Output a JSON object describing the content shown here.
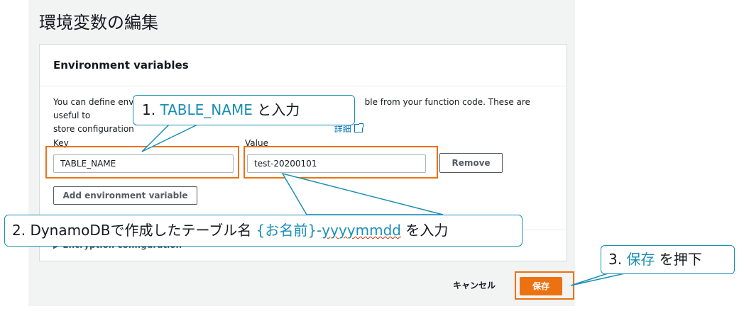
{
  "page": {
    "title": "環境変数の編集"
  },
  "panel": {
    "title": "Environment variables",
    "desc_line1_a": "You can define envi",
    "desc_line1_b": "ble from your function code. These are useful to",
    "desc_line2_a": "store configuration",
    "desc_link": "詳細",
    "key_label": "Key",
    "value_label": "Value",
    "key_value": "TABLE_NAME",
    "value_value": "test-20200101",
    "remove_label": "Remove",
    "add_label": "Add environment variable",
    "encryption_label": "▶ Encryption configuration"
  },
  "footer": {
    "cancel_label": "キャンセル",
    "save_label": "保存"
  },
  "callouts": {
    "c1_prefix": "1. ",
    "c1_accent": "TABLE_NAME",
    "c1_suffix": " と入力",
    "c2_prefix": "2. DynamoDBで作成したテーブル名 ",
    "c2_accent_a": "{お名前}-",
    "c2_accent_b": "yyyymmdd",
    "c2_suffix": " を入力",
    "c3_prefix": "3. ",
    "c3_accent": "保存",
    "c3_suffix": " を押下"
  },
  "colors": {
    "accent_orange": "#ec7211",
    "callout_blue": "#1a8fb3",
    "link_blue": "#0073bb"
  },
  "icons": {
    "external_link": "external-link-icon",
    "expand": "caret-right-icon"
  }
}
